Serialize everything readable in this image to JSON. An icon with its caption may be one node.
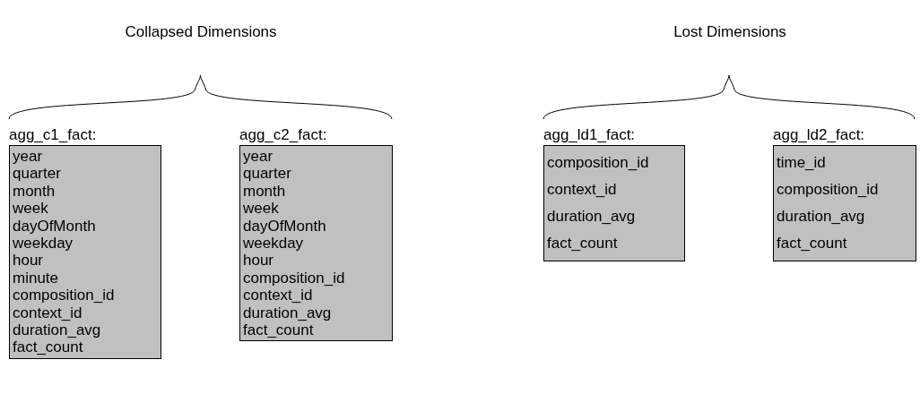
{
  "diagram": {
    "nodes": [
      {
        "text": [
          "agg_c1_fact:",
          "year",
          "quarter",
          "month",
          "week",
          "dayOfMonth",
          "weekday",
          "hour",
          "minute",
          "composition_id",
          "context_id",
          "duration_avg",
          "fact_count"
        ]
      },
      {
        "text": [
          "agg_c2_fact:",
          "year",
          "quarter",
          "month",
          "week",
          "dayOfMonth",
          "weekday",
          "hour",
          "composition_id",
          "context_id",
          "duration_avg",
          "fact_count"
        ]
      },
      {
        "text": [
          "agg_ld1_fact:",
          "composition_id",
          "context_id",
          "duration_avg",
          "fact_count"
        ]
      },
      {
        "text": [
          "agg_ld2_fact:",
          "time_id",
          "composition_id",
          "duration_avg",
          "fact_count"
        ]
      }
    ],
    "labels": [
      "Collapsed Dimensions",
      "Lost Dimensions"
    ]
  }
}
